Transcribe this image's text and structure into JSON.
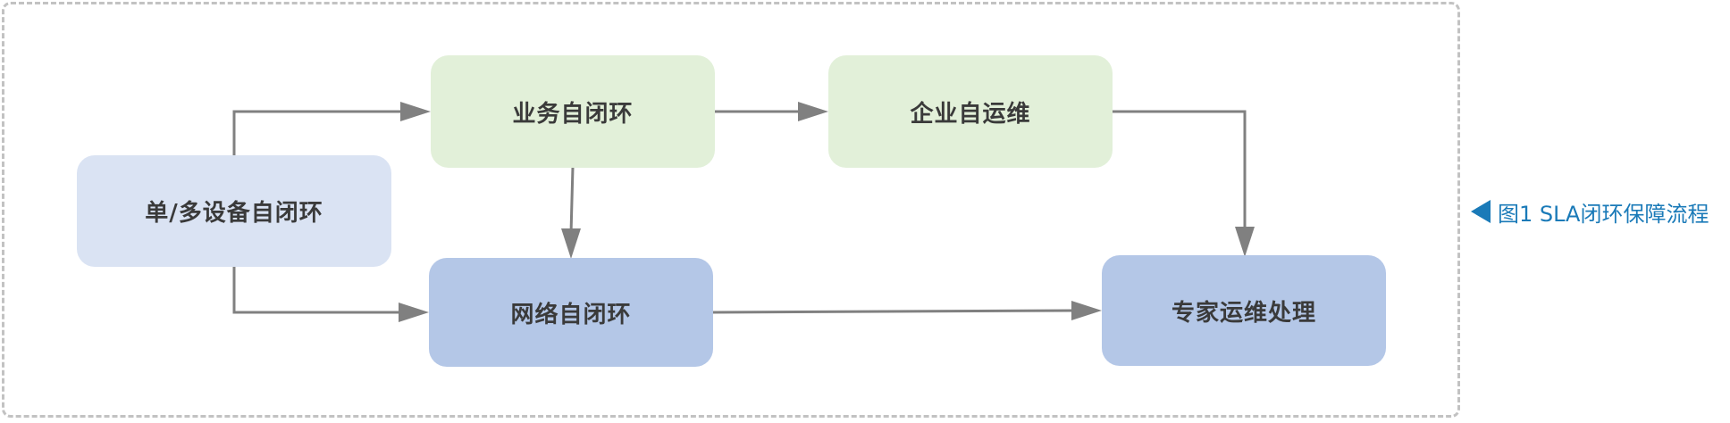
{
  "diagram": {
    "nodes": {
      "device_loop": "单/多设备自闭环",
      "business_loop": "业务自闭环",
      "enterprise_ops": "企业自运维",
      "network_loop": "网络自闭环",
      "expert_ops": "专家运维处理"
    },
    "colors": {
      "green_box": "#e2f0d9",
      "light_blue_box": "#dae3f3",
      "blue_box": "#b4c7e7",
      "arrow": "#808080",
      "caption": "#1a7ab8"
    }
  },
  "caption": {
    "text": "图1  SLA闭环保障流程",
    "icon": "triangle-left-icon"
  }
}
